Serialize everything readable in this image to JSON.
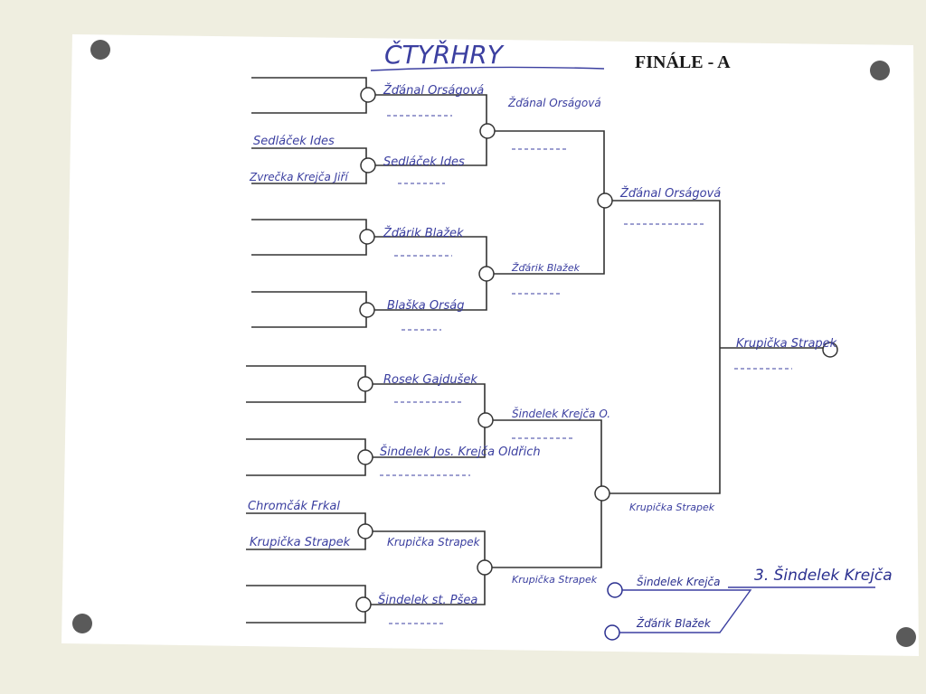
{
  "sheet": {
    "title_handwritten": "ČTYŘHRY",
    "header_printed": "FINÁLE - A"
  },
  "round1": [
    {
      "top": "",
      "bottom": ""
    },
    {
      "top": "Sedláček Ides",
      "bottom": "Zvrečka Krejča Jiří"
    },
    {
      "top": "",
      "bottom": ""
    },
    {
      "top": "",
      "bottom": ""
    },
    {
      "top": "",
      "bottom": ""
    },
    {
      "top": "",
      "bottom": ""
    },
    {
      "top": "Chromčák Frkal",
      "bottom": "Krupička Strapek"
    },
    {
      "top": "",
      "bottom": ""
    }
  ],
  "round2": [
    "Žďánal Orságová",
    "Sedláček Ides",
    "Žďárik Blažek",
    "Blaška Orság",
    "Rosek Gajdušek",
    "Šindelek Jos. Krejča Oldřich",
    "Krupička Strapek",
    "Šindelek st. Pšea"
  ],
  "round3": [
    "Žďánal Orságová",
    "Žďárik Blažek",
    "Šindelek Krejča O.",
    "Krupička Strapek"
  ],
  "round4": [
    "Žďánal Orságová",
    "Krupička Strapek"
  ],
  "winner": "Krupička Strapek",
  "third_place": {
    "entrants": [
      "Šindelek Krejča",
      "Žďárik Blažek"
    ],
    "winner_label": "3. Šindelek Krejča"
  },
  "colors": {
    "wall": "#efeee0",
    "paper": "#ffffff",
    "ink": "#3b3fa0",
    "lines": "#333333",
    "pin": "#5a5a5a"
  }
}
